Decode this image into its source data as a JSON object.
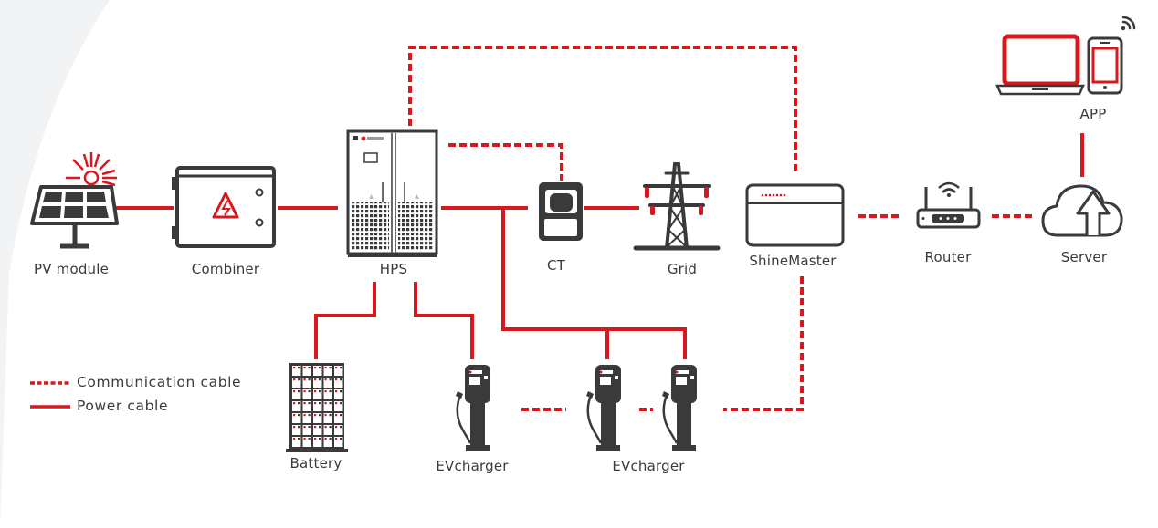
{
  "colors": {
    "accent": "#d7191f",
    "device_gray": "#3a3a3a",
    "background_swoosh": "#f2f3f5"
  },
  "nodes": {
    "pv_module": {
      "label": "PV module",
      "icon": "solar-panel-icon"
    },
    "combiner": {
      "label": "Combiner",
      "icon": "combiner-box-icon"
    },
    "hps": {
      "label": "HPS",
      "icon": "hps-cabinet-icon"
    },
    "ct": {
      "label": "CT",
      "icon": "current-transformer-icon"
    },
    "grid": {
      "label": "Grid",
      "icon": "transmission-tower-icon"
    },
    "shinemaster": {
      "label": "ShineMaster",
      "icon": "datalogger-icon"
    },
    "router": {
      "label": "Router",
      "icon": "router-icon"
    },
    "server": {
      "label": "Server",
      "icon": "cloud-upload-icon"
    },
    "app": {
      "label": "APP",
      "icon": "laptop-phone-icon"
    },
    "battery": {
      "label": "Battery",
      "icon": "battery-rack-icon"
    },
    "evcharger_1": {
      "label": "EVcharger",
      "icon": "ev-charger-icon"
    },
    "evcharger_group": {
      "label": "EVcharger",
      "icon": "ev-charger-icon"
    }
  },
  "legend": {
    "communication": "Communication cable",
    "power": "Power cable"
  },
  "connections": [
    {
      "from": "PV module",
      "to": "Combiner",
      "type": "power"
    },
    {
      "from": "Combiner",
      "to": "HPS",
      "type": "power"
    },
    {
      "from": "HPS",
      "to": "CT",
      "type": "power"
    },
    {
      "from": "CT",
      "to": "Grid",
      "type": "power"
    },
    {
      "from": "HPS",
      "to": "Battery",
      "type": "power"
    },
    {
      "from": "HPS",
      "to": "EVcharger",
      "type": "power"
    },
    {
      "from": "HPS",
      "to": "EVcharger",
      "type": "power"
    },
    {
      "from": "HPS",
      "to": "CT",
      "type": "communication"
    },
    {
      "from": "HPS",
      "to": "ShineMaster",
      "type": "communication"
    },
    {
      "from": "ShineMaster",
      "to": "Router",
      "type": "communication"
    },
    {
      "from": "Router",
      "to": "Server",
      "type": "communication"
    },
    {
      "from": "ShineMaster",
      "to": "EVcharger",
      "type": "communication"
    },
    {
      "from": "EVcharger",
      "to": "EVcharger",
      "type": "communication"
    },
    {
      "from": "Server",
      "to": "APP",
      "type": "power"
    }
  ]
}
